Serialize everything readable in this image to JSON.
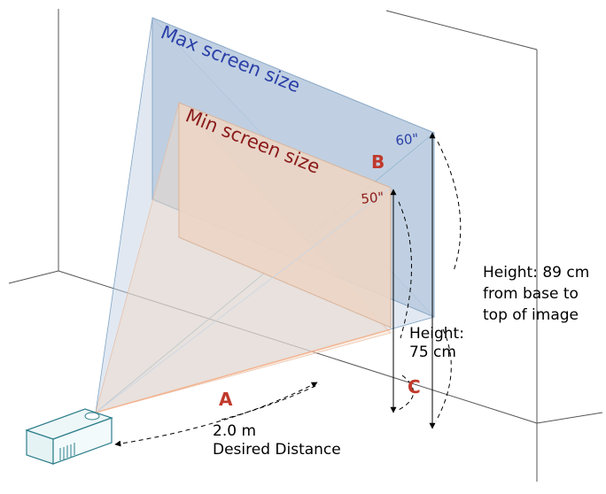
{
  "labels": {
    "max_screen": "Max screen size",
    "min_screen": "Min screen size",
    "size_60": "60\"",
    "size_50": "50\"",
    "letter_a": "A",
    "letter_b": "B",
    "letter_c": "C",
    "distance_value": "2.0 m",
    "distance_caption": "Desired Distance",
    "height_75_line1": "Height:",
    "height_75_line2": "75 cm",
    "height_89_line1": "Height: 89 cm",
    "height_89_line2": "from base to",
    "height_89_line3": "top of image"
  },
  "colors": {
    "max_screen": "#2b3fa8",
    "min_screen": "#8b1a1a",
    "letter": "#c0392b",
    "max_fill": "#c9d6e6",
    "min_fill": "#f1d9c6"
  }
}
